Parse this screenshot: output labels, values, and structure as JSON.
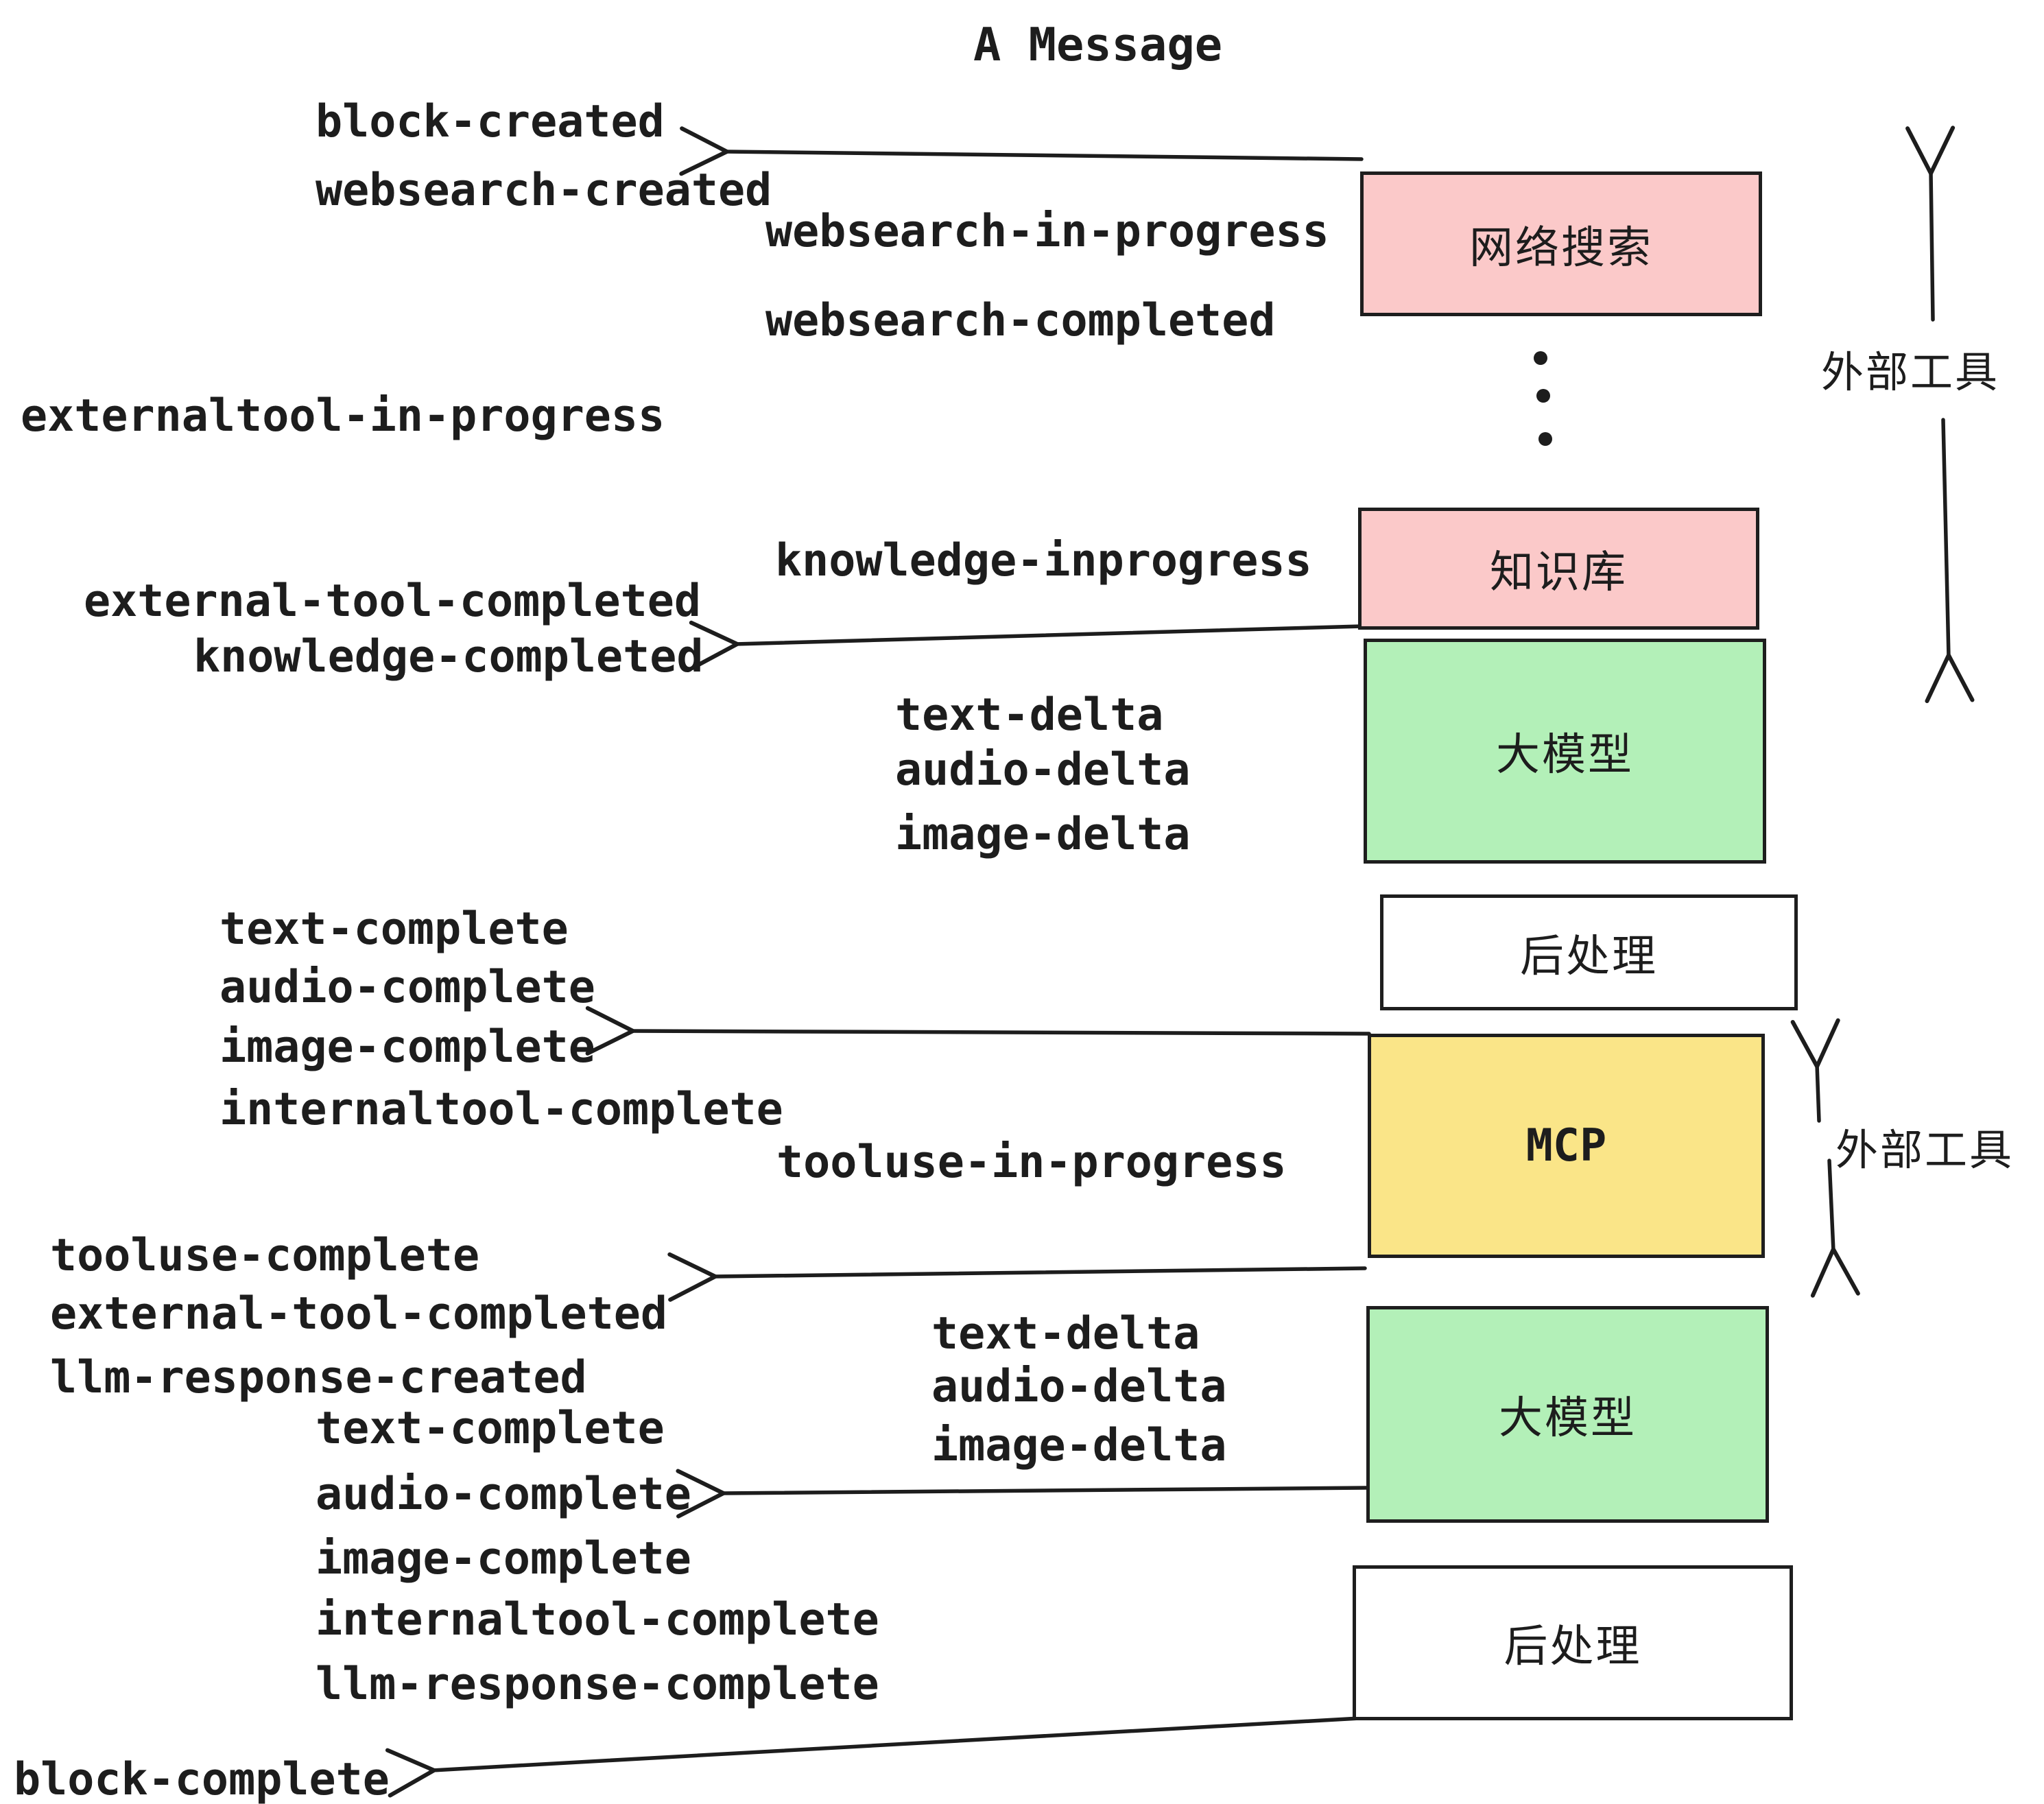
{
  "title": "A Message",
  "colors": {
    "pink": "#fbc9c9",
    "green": "#b3f0b8",
    "yellow": "#fae588",
    "white": "#ffffff",
    "ink": "#1d1d1d"
  },
  "boxes": [
    {
      "id": "websearch",
      "label": "网络搜索",
      "color": "#fbc9c9"
    },
    {
      "id": "knowledge",
      "label": "知识库",
      "color": "#fbc9c9"
    },
    {
      "id": "llm-top",
      "label": "大模型",
      "color": "#b3f0b8"
    },
    {
      "id": "postprocess-top",
      "label": "后处理",
      "color": "#ffffff"
    },
    {
      "id": "mcp",
      "label": "MCP",
      "color": "#fae588"
    },
    {
      "id": "llm-bottom",
      "label": "大模型",
      "color": "#b3f0b8"
    },
    {
      "id": "postprocess-bottom",
      "label": "后处理",
      "color": "#ffffff"
    }
  ],
  "side_labels": [
    {
      "label": "外部工具"
    },
    {
      "label": "外部工具"
    }
  ],
  "events": [
    "block-created",
    "websearch-created",
    "websearch-in-progress",
    "websearch-completed",
    "externaltool-in-progress",
    "knowledge-inprogress",
    "external-tool-completed",
    "knowledge-completed",
    "text-delta",
    "audio-delta",
    "image-delta",
    "text-complete",
    "audio-complete",
    "image-complete",
    "internaltool-complete",
    "tooluse-in-progress",
    "tooluse-complete",
    "external-tool-completed",
    "llm-response-created",
    "text-delta",
    "audio-delta",
    "image-delta",
    "text-complete",
    "audio-complete",
    "image-complete",
    "internaltool-complete",
    "llm-response-complete",
    "block-complete"
  ]
}
